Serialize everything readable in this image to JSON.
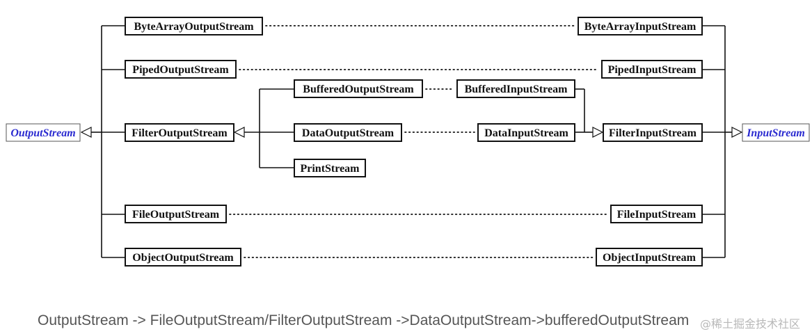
{
  "nodes": {
    "output_stream": "OutputStream",
    "input_stream": "InputStream",
    "byte_array_output": "ByteArrayOutputStream",
    "byte_array_input": "ByteArrayInputStream",
    "piped_output": "PipedOutputStream",
    "piped_input": "PipedInputStream",
    "filter_output": "FilterOutputStream",
    "filter_input": "FilterInputStream",
    "buffered_output": "BufferedOutputStream",
    "buffered_input": "BufferedInputStream",
    "data_output": "DataOutputStream",
    "data_input": "DataInputStream",
    "print_stream": "PrintStream",
    "file_output": "FileOutputStream",
    "file_input": "FileInputStream",
    "object_output": "ObjectOutputStream",
    "object_input": "ObjectInputStream"
  },
  "caption": "OutputStream -> FileOutputStream/FilterOutputStream ->DataOutputStream->bufferedOutputStream",
  "watermark": "@稀土掘金技术社区",
  "colors": {
    "abstract_text": "#2a2ad0",
    "caption_text": "#555555"
  }
}
